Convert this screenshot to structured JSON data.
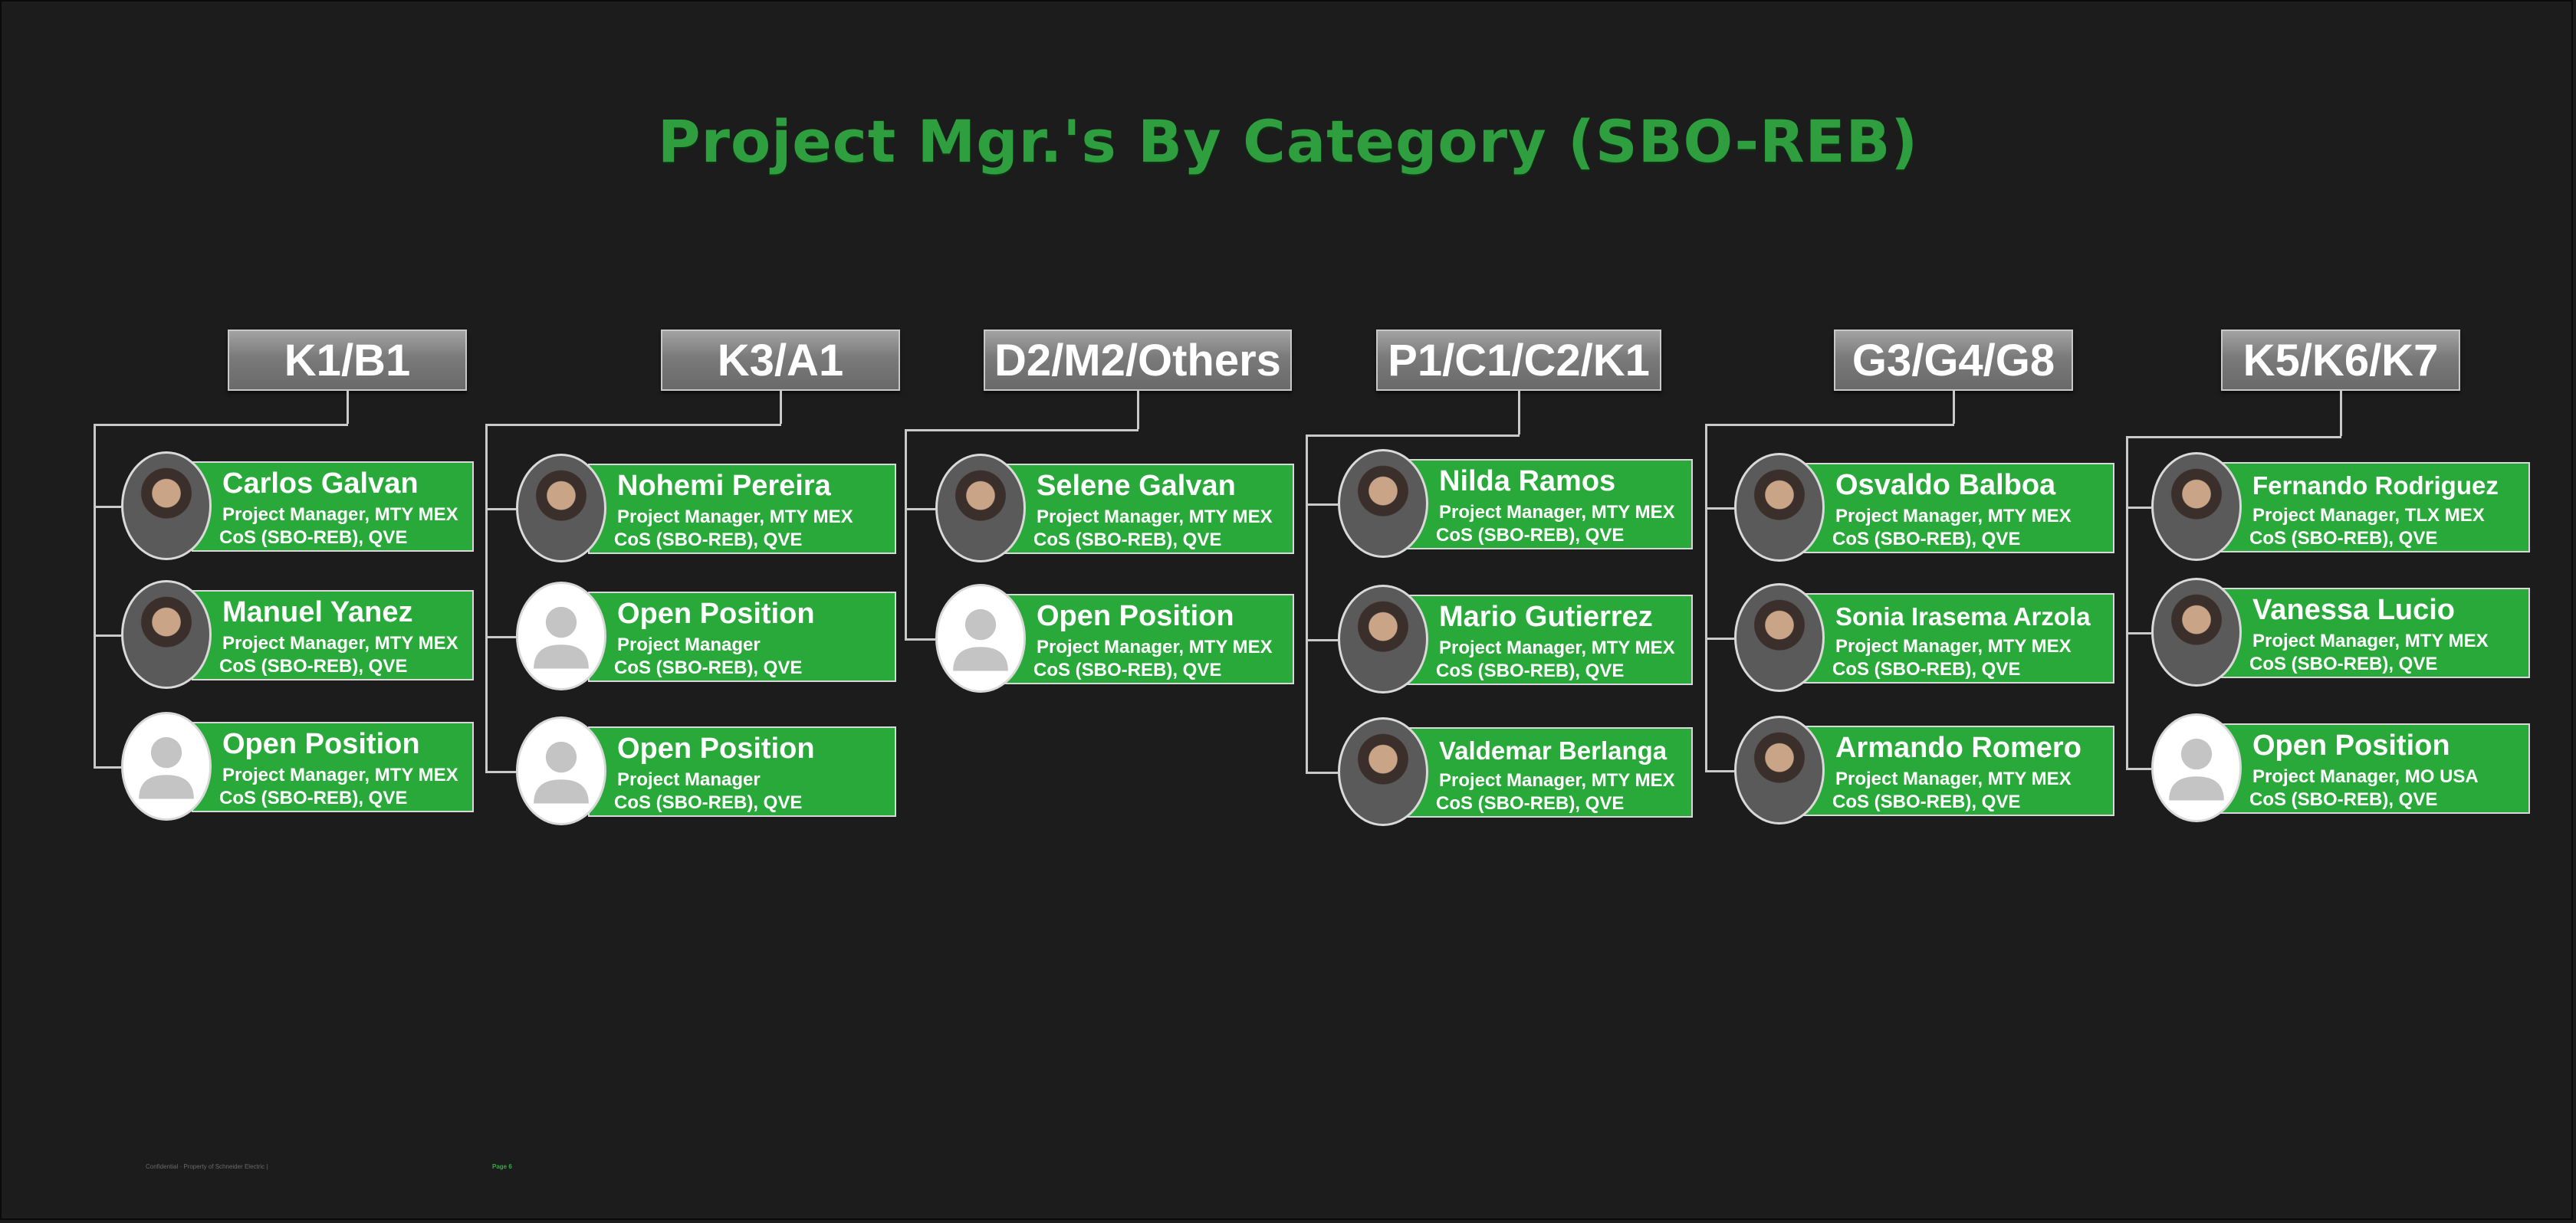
{
  "title": "Project Mgr.'s By Category (SBO-REB)",
  "accent_color": "#2aa93b",
  "categories": [
    {
      "label": "K1/B1",
      "people": [
        {
          "name": "Carlos Galvan",
          "role": "Project Manager, MTY MEX",
          "cos": "CoS (SBO-REB), QVE",
          "avatar": "photo"
        },
        {
          "name": "Manuel Yanez",
          "role": "Project Manager, MTY MEX",
          "cos": "CoS (SBO-REB), QVE",
          "avatar": "photo"
        },
        {
          "name": "Open Position",
          "role": "Project Manager, MTY MEX",
          "cos": "CoS (SBO-REB), QVE",
          "avatar": "placeholder"
        }
      ]
    },
    {
      "label": "K3/A1",
      "people": [
        {
          "name": "Nohemi Pereira",
          "role": "Project Manager, MTY MEX",
          "cos": "CoS (SBO-REB), QVE",
          "avatar": "photo"
        },
        {
          "name": "Open Position",
          "role": "Project Manager",
          "cos": "CoS (SBO-REB), QVE",
          "avatar": "placeholder"
        },
        {
          "name": "Open Position",
          "role": "Project Manager",
          "cos": "CoS (SBO-REB), QVE",
          "avatar": "placeholder"
        }
      ]
    },
    {
      "label": "D2/M2/Others",
      "people": [
        {
          "name": "Selene Galvan",
          "role": "Project Manager, MTY MEX",
          "cos": "CoS (SBO-REB), QVE",
          "avatar": "photo"
        },
        {
          "name": "Open Position",
          "role": "Project Manager, MTY MEX",
          "cos": "CoS (SBO-REB), QVE",
          "avatar": "placeholder"
        }
      ]
    },
    {
      "label": "P1/C1/C2/K1",
      "people": [
        {
          "name": "Nilda Ramos",
          "role": "Project Manager, MTY MEX",
          "cos": "CoS (SBO-REB), QVE",
          "avatar": "photo"
        },
        {
          "name": "Mario Gutierrez",
          "role": "Project Manager, MTY MEX",
          "cos": "CoS (SBO-REB), QVE",
          "avatar": "photo"
        },
        {
          "name": "Valdemar Berlanga",
          "role": "Project Manager, MTY MEX",
          "cos": "CoS (SBO-REB), QVE",
          "avatar": "photo"
        }
      ]
    },
    {
      "label": "G3/G4/G8",
      "people": [
        {
          "name": "Osvaldo Balboa",
          "role": "Project Manager, MTY MEX",
          "cos": "CoS (SBO-REB), QVE",
          "avatar": "photo"
        },
        {
          "name": "Sonia Irasema Arzola",
          "role": "Project Manager, MTY MEX",
          "cos": "CoS (SBO-REB), QVE",
          "avatar": "photo"
        },
        {
          "name": "Armando Romero",
          "role": "Project Manager, MTY MEX",
          "cos": "CoS (SBO-REB), QVE",
          "avatar": "photo"
        }
      ]
    },
    {
      "label": "K5/K6/K7",
      "people": [
        {
          "name": "Fernando Rodriguez",
          "role": "Project Manager, TLX MEX",
          "cos": "CoS (SBO-REB), QVE",
          "avatar": "photo"
        },
        {
          "name": "Vanessa Lucio",
          "role": "Project Manager, MTY MEX",
          "cos": "CoS (SBO-REB), QVE",
          "avatar": "photo"
        },
        {
          "name": "Open Position",
          "role": "Project Manager, MO USA",
          "cos": "CoS (SBO-REB), QVE",
          "avatar": "placeholder"
        }
      ]
    }
  ],
  "footer": {
    "note": "Confidential · Property of Schneider Electric |",
    "page": "Page 6"
  }
}
